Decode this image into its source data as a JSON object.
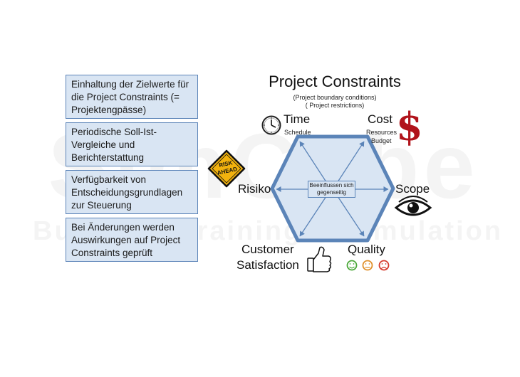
{
  "checklist": [
    "Einhaltung der Zielwerte für die Project Constraints (= Projektengpässe)",
    "Periodische Soll-Ist-Vergleiche und Berichterstattung",
    "Verfügbarkeit von Entscheidungsgrundlagen zur Steuerung",
    "Bei Änderungen werden Auswirkungen auf Project Constraints geprüft"
  ],
  "title": "Project Constraints",
  "subtitles": [
    "(Project boundary conditions)",
    "( Project restrictions)"
  ],
  "center_label": "Beeinflussen sich gegenseitig",
  "nodes": {
    "time": {
      "label": "Time",
      "sub": "Schedule"
    },
    "cost": {
      "label": "Cost",
      "sub1": "Resources",
      "sub2": "Budget"
    },
    "risk": {
      "label": "Risiko",
      "sign_line1": "RISK",
      "sign_line2": "AHEAD"
    },
    "scope": {
      "label": "Scope"
    },
    "customer": {
      "label_line1": "Customer",
      "label_line2": "Satisfaction"
    },
    "quality": {
      "label": "Quality"
    }
  },
  "watermark": {
    "main": "SimCube",
    "sub": "Business Training & Simulation"
  },
  "colors": {
    "hexagon_fill": "#d9e5f3",
    "hexagon_stroke": "#5b84b8",
    "dollar": "#b1131b",
    "sign": "#f2b20e",
    "smile_good": "#4aa838",
    "smile_neutral": "#e0902a",
    "smile_bad": "#d63a2c"
  },
  "icons": [
    "clock-icon",
    "dollar-icon",
    "risk-sign-icon",
    "eye-icon",
    "thumbs-up-icon",
    "smiley-happy-icon",
    "smiley-neutral-icon",
    "smiley-sad-icon"
  ]
}
